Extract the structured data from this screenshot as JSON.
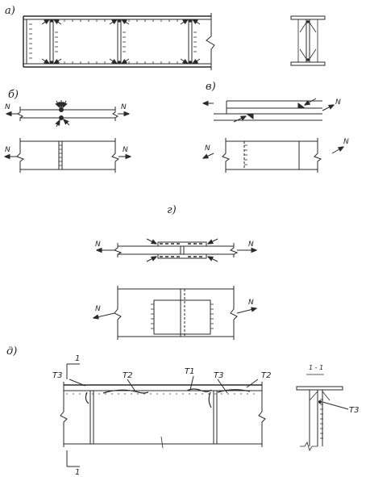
{
  "panels": {
    "a": {
      "label": "а)"
    },
    "b": {
      "label": "б)",
      "force": "N"
    },
    "v": {
      "label": "в)",
      "force": "N"
    },
    "g": {
      "label": "г)",
      "force": "N"
    },
    "d": {
      "label": "д)",
      "section_mark": "1",
      "section_title": "1 - 1",
      "cracks": [
        "Т1",
        "Т2",
        "Т3"
      ]
    }
  }
}
